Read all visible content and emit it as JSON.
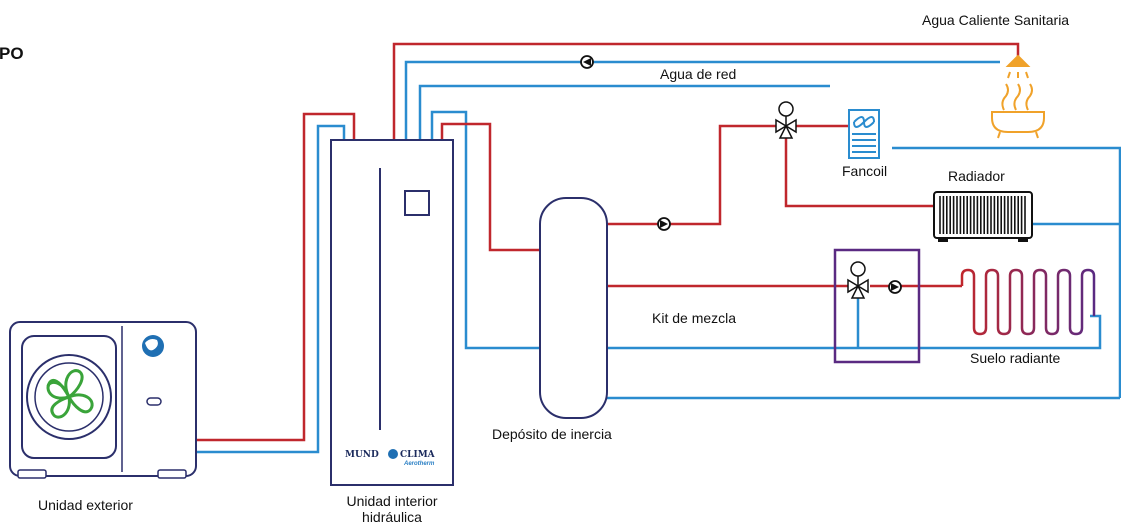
{
  "heading": "PO",
  "labels": {
    "outdoor_unit": "Unidad exterior",
    "indoor_unit_line1": "Unidad interior",
    "indoor_unit_line2": "hidráulica",
    "buffer_tank": "Depósito de inercia",
    "mixing_kit": "Kit de mezcla",
    "underfloor": "Suelo radiante",
    "radiator": "Radiador",
    "fancoil": "Fancoil",
    "mains_water": "Agua de red",
    "dhw": "Agua Caliente Sanitaria"
  },
  "brand": {
    "name_left": "MUND",
    "name_right": "CLIMA",
    "sub": "Aerotherm"
  },
  "colors": {
    "hot_pipe": "#c0272d",
    "cold_pipe": "#2a8ccf",
    "equipment_outline": "#2b2f6b",
    "mixing_box": "#5a2a82",
    "fan_green": "#3aa43a",
    "dhw_orange": "#f0a22a",
    "floor_gradient_start": "#c0272d",
    "floor_gradient_end": "#5a2a82"
  }
}
